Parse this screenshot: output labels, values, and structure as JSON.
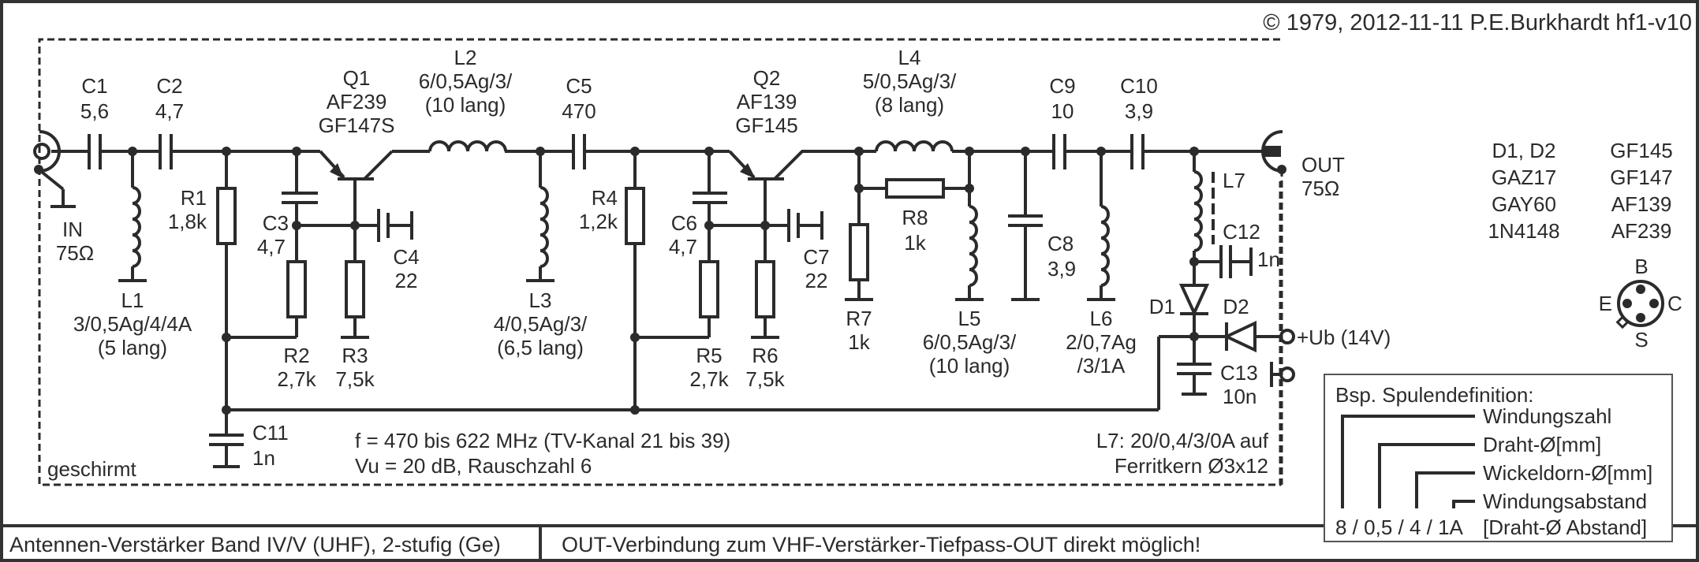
{
  "header": {
    "copyright": "© 1979, 2012-11-11 P.E.Burkhardt hf1-v10"
  },
  "title_block": {
    "title": "Antennen-Verstärker Band IV/V (UHF), 2-stufig (Ge)",
    "note": "OUT-Verbindung zum VHF-Verstärker-Tiefpass-OUT direkt möglich!"
  },
  "ports": {
    "in": {
      "name": "IN",
      "impedance": "75Ω"
    },
    "out": {
      "name": "OUT",
      "impedance": "75Ω"
    },
    "supply": "+Ub (14V)"
  },
  "components": {
    "C1": {
      "ref": "C1",
      "value": "5,6"
    },
    "C2": {
      "ref": "C2",
      "value": "4,7"
    },
    "C3": {
      "ref": "C3",
      "value": "4,7"
    },
    "C4": {
      "ref": "C4",
      "value": "22"
    },
    "C5": {
      "ref": "C5",
      "value": "470"
    },
    "C6": {
      "ref": "C6",
      "value": "4,7"
    },
    "C7": {
      "ref": "C7",
      "value": "22"
    },
    "C8": {
      "ref": "C8",
      "value": "3,9"
    },
    "C9": {
      "ref": "C9",
      "value": "10"
    },
    "C10": {
      "ref": "C10",
      "value": "3,9"
    },
    "C11": {
      "ref": "C11",
      "value": "1n"
    },
    "C12": {
      "ref": "C12",
      "value": "1n"
    },
    "C13": {
      "ref": "C13",
      "value": "10n"
    },
    "R1": {
      "ref": "R1",
      "value": "1,8k"
    },
    "R2": {
      "ref": "R2",
      "value": "2,7k"
    },
    "R3": {
      "ref": "R3",
      "value": "7,5k"
    },
    "R4": {
      "ref": "R4",
      "value": "1,2k"
    },
    "R5": {
      "ref": "R5",
      "value": "2,7k"
    },
    "R6": {
      "ref": "R6",
      "value": "7,5k"
    },
    "R7": {
      "ref": "R7",
      "value": "1k"
    },
    "R8": {
      "ref": "R8",
      "value": "1k"
    },
    "L1": {
      "ref": "L1",
      "spec1": "3/0,5Ag/4/4A",
      "spec2": "(5 lang)"
    },
    "L2": {
      "ref": "L2",
      "spec1": "6/0,5Ag/3/",
      "spec2": "(10 lang)"
    },
    "L3": {
      "ref": "L3",
      "spec1": "4/0,5Ag/3/",
      "spec2": "(6,5 lang)"
    },
    "L4": {
      "ref": "L4",
      "spec1": "5/0,5Ag/3/",
      "spec2": "(8 lang)"
    },
    "L5": {
      "ref": "L5",
      "spec1": "6/0,5Ag/3/",
      "spec2": "(10 lang)"
    },
    "L6": {
      "ref": "L6",
      "spec1": "2/0,7Ag",
      "spec2": "/3/1A"
    },
    "L7": {
      "ref": "L7"
    },
    "Q1": {
      "ref": "Q1",
      "type1": "AF239",
      "type2": "GF147S"
    },
    "Q2": {
      "ref": "Q2",
      "type1": "AF139",
      "type2": "GF145"
    },
    "D1": {
      "ref": "D1"
    },
    "D2": {
      "ref": "D2"
    }
  },
  "notes": {
    "shielded": "geschirmt",
    "freq": "f = 470 bis 622 MHz (TV-Kanal 21 bis 39)",
    "gain": "Vu = 20 dB, Rauschzahl 6",
    "l7_line1": "L7: 20/0,4/3/0A auf",
    "l7_line2": "Ferritkern Ø3x12"
  },
  "parts_list": {
    "diodes": [
      "D1, D2",
      "GAZ17",
      "GAY60",
      "1N4148"
    ],
    "transistors": [
      "GF145",
      "GF147",
      "AF139",
      "AF239"
    ]
  },
  "pinout": {
    "top": "B",
    "left": "E",
    "right": "C",
    "bottom": "S"
  },
  "coil_legend": {
    "title": "Bsp. Spulendefinition:",
    "items": [
      "Windungszahl",
      "Draht-Ø[mm]",
      "Wickeldorn-Ø[mm]",
      "Windungsabstand"
    ],
    "note": "[Draht-Ø Abstand]",
    "example": "8 / 0,5 / 4 / 1A"
  }
}
